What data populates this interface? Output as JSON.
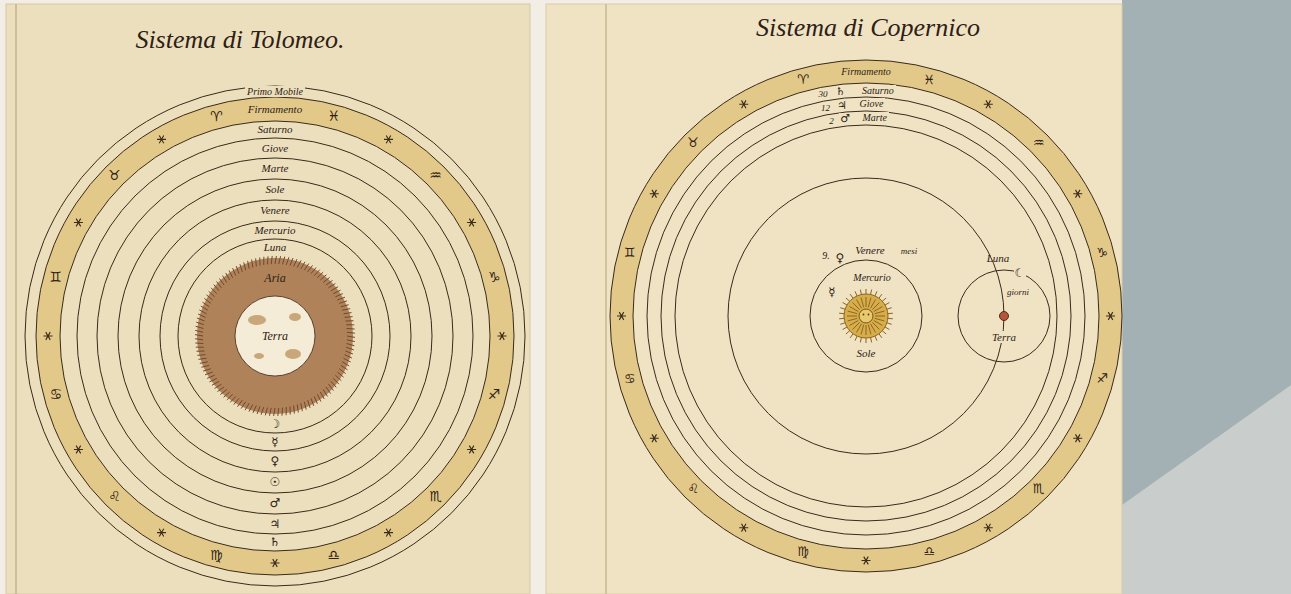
{
  "diagram": {
    "nodes": [
      {
        "text": [
          "Sistema di Tolomeo."
        ]
      },
      {
        "text": [
          "Aria"
        ],
        "in": 0
      },
      {
        "text": [
          "Terra"
        ],
        "in": 1
      },
      {
        "text": [
          "Sistema di Copernico"
        ]
      },
      {
        "text": [
          "Sole"
        ],
        "in": 3
      },
      {
        "text": [
          "Luna",
          "Terra"
        ],
        "in": 3
      }
    ],
    "labels": [
      "Primo Mobile",
      "Firmamento",
      "Saturno",
      "Giove",
      "Marte",
      "Sole",
      "Venere",
      "Mercurio",
      "Luna",
      "♈",
      "♉",
      "♊",
      "♋",
      "♌",
      "♍",
      "♎",
      "♏",
      "♐",
      "♑",
      "♒",
      "♓",
      "☽",
      "☿",
      "♀",
      "☉",
      "♂",
      "♃",
      "♄",
      "Firmamento",
      "30",
      "♄",
      "Saturno",
      "12",
      "♃",
      "Giove",
      "2",
      "♂",
      "Marte",
      "9.",
      "♀",
      "Venere",
      "mesi",
      "☿",
      "Mercurio",
      "☾",
      "giorni",
      "♈",
      "♉",
      "♊",
      "♋",
      "♌",
      "♍",
      "♎",
      "♏",
      "♐",
      "♑",
      "♒",
      "♓"
    ]
  }
}
